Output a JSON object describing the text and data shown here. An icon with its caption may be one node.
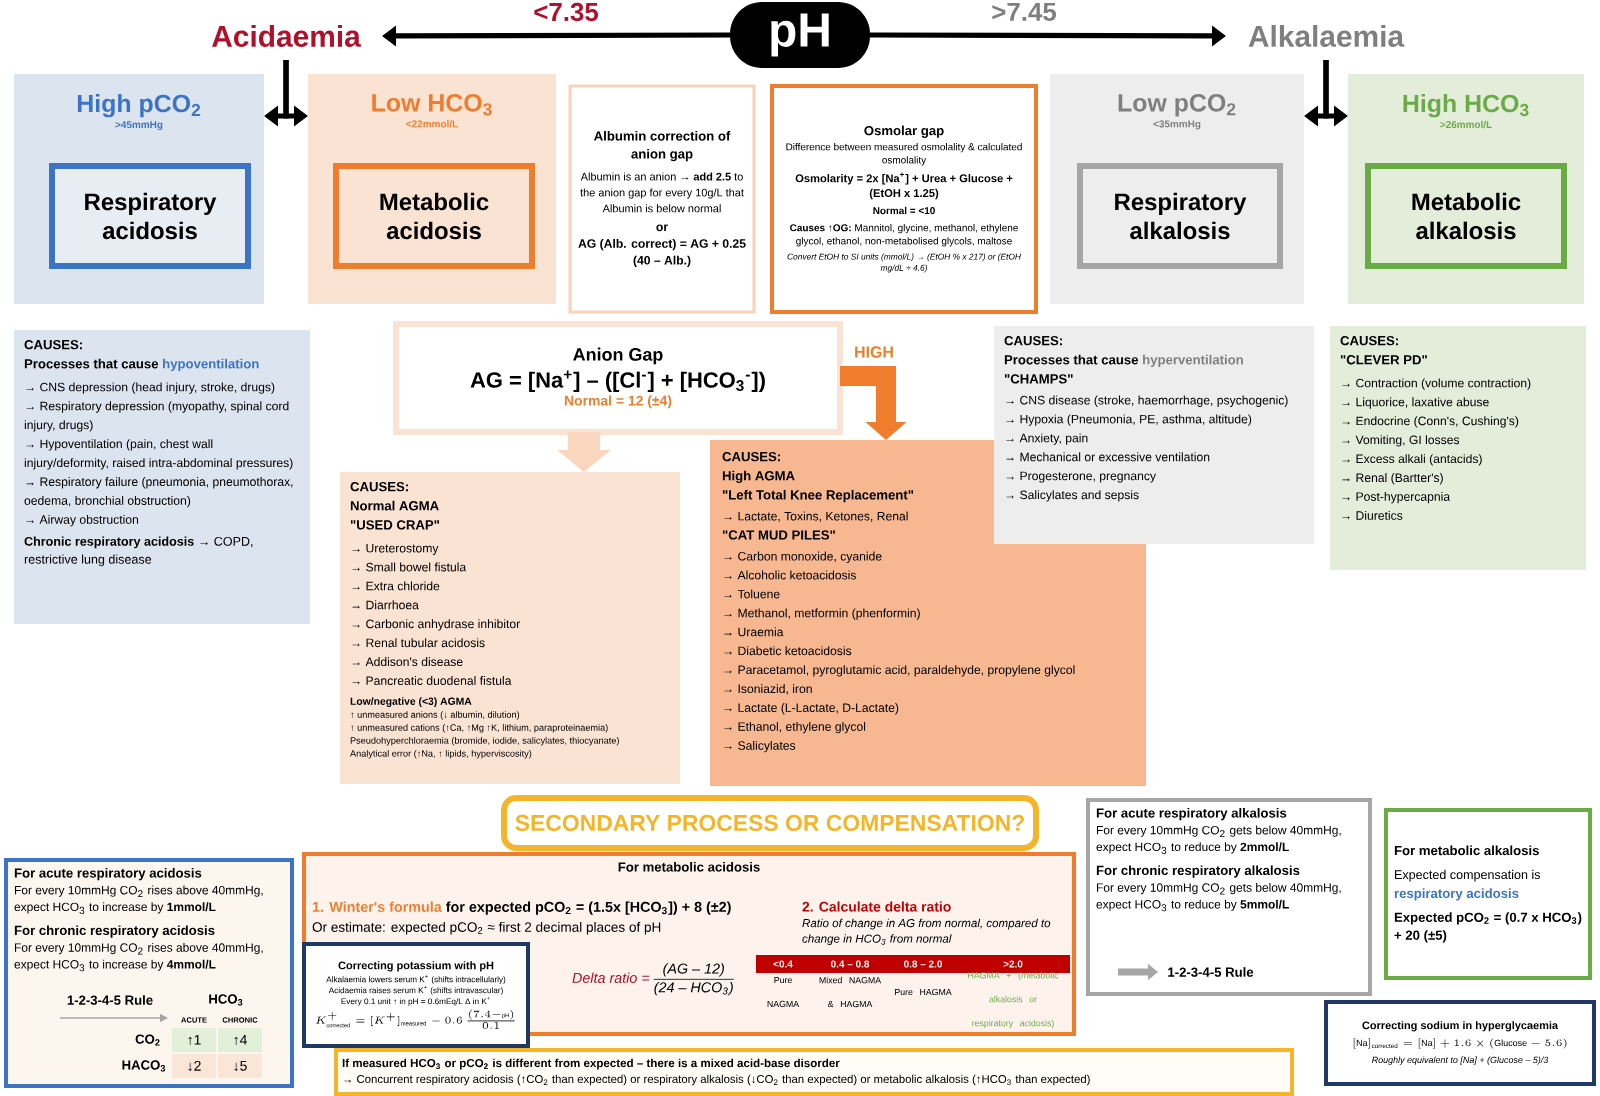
{
  "diagram": {
    "nodes": [
      {
        "text": [
          "pH"
        ]
      },
      {
        "text": [
          "Acidaemia"
        ]
      },
      {
        "text": [
          "Alkalaemia"
        ]
      },
      {
        "text": [
          "High pCO$_{2}$",
          ">45mmHg"
        ]
      },
      {
        "text": [
          "Respiratory acidosis"
        ],
        "in": 3
      },
      {
        "text": [
          "Low HCO$_{3}$",
          "<22mmol/L"
        ]
      },
      {
        "text": [
          "Metabolic acidosis"
        ],
        "in": 5
      },
      {
        "text": [
          "Low pCO$_{2}$",
          "<35mmHg"
        ]
      },
      {
        "text": [
          "Respiratory alkalosis"
        ],
        "in": 7
      },
      {
        "text": [
          "High HCO$_{3}$",
          ">26mmol/L"
        ]
      },
      {
        "text": [
          "Metabolic alkalosis"
        ],
        "in": 9
      },
      {
        "text": [
          "Albumin correction of anion gap",
          "Albumin is an anion → **add 2.5** to the anion gap for every 10g/L that Albumin is below normal",
          "or",
          "AG (Alb. correct) = AG + 0.25 (40 – Alb.)"
        ]
      },
      {
        "text": [
          "Osmolar gap",
          "Difference between measured osmolality & calculated osmolality",
          "Osmolarity = 2x [Na$^{+}$] + Urea + Glucose + (EtOH x 1.25)",
          "Normal = <10",
          "**Causes ↑OG:** Mannitol, glycine, methanol, ethylene glycol, ethanol, non-metabolised glycols, maltose",
          "Convert EtOH to SI units (mmol/L) → (EtOH % x 217) or (EtOH mg/dL ÷ 4.6)"
        ]
      },
      {
        "text": [
          "CAUSES:",
          "Processes that cause",
          "hypoventilation",
          "→ CNS depression (head injury, stroke, drugs)",
          "→ Respiratory depression (myopathy, spinal cord injury, drugs)",
          "→ Hypoventilation (pain, chest wall injury/deformity, raised intra-abdominal pressures)",
          "→ Respiratory failure (pneumonia, pneumothorax, oedema, bronchial obstruction)",
          "→ Airway obstruction",
          "**Chronic respiratory acidosis** → COPD, restrictive lung disease"
        ]
      },
      {
        "text": [
          "Anion Gap",
          "AG = [Na$^{+}$] – ([Cl$^{-}$] + [HCO$_{3}$$^{-}$])",
          "Normal",
          "= 12 (±4)"
        ]
      },
      {
        "text": [
          "CAUSES:",
          "Normal AGMA",
          "\"USED CRAP\"",
          "→ Ureterostomy",
          "→ Small bowel fistula",
          "→ Extra chloride",
          "→ Diarrhoea",
          "→ Carbonic anhydrase inhibitor",
          "→ Renal tubular acidosis",
          "→ Addison's disease",
          "→ Pancreatic duodenal fistula",
          "Low/negative (<3) AGMA",
          "↑ unmeasured anions (↓ albumin, dilution)",
          "↑ unmeasured cations (↑Ca, ↑Mg ↑K, lithium, paraproteinaemia)",
          "Pseudohyperchloraemia (bromide, iodide, salicylates, thiocyanate)",
          "Analytical error (↑Na, ↑ lipids, hyperviscosity)"
        ]
      },
      {
        "text": [
          "CAUSES:",
          "High AGMA",
          "\"Left Total Knee Replacement\"",
          "→ Lactate, Toxins, Ketones, Renal",
          "\"CAT MUD PILES\"",
          "→ Carbon monoxide, cyanide",
          "→ Alcoholic ketoacidosis",
          "→ Toluene",
          "→ Methanol, metformin (phenformin)",
          "→ Uraemia",
          "→ Diabetic ketoacidosis",
          "→ Paracetamol, pyroglutamic acid, paraldehyde, propylene glycol",
          "→ Isoniazid, iron",
          "→ Lactate (L-Lactate, D-Lactate)",
          "→ Ethanol, ethylene glycol",
          "→ Salicylates"
        ]
      },
      {
        "text": [
          "CAUSES:",
          "Processes that cause",
          "hyperventilation",
          "\"CHAMPS\"",
          "→ CNS disease (stroke, haemorrhage, psychogenic)",
          "→ Hypoxia (Pneumonia, PE, asthma, altitude)",
          "→ Anxiety, pain",
          "→ Mechanical or excessive ventilation",
          "→ Progesterone, pregnancy",
          "→ Salicylates and sepsis"
        ]
      },
      {
        "text": [
          "CAUSES:",
          "\"CLEVER PD\"",
          "→ Contraction (volume contraction)",
          "→ Liquorice, laxative abuse",
          "→ Endocrine (Conn's, Cushing's)",
          "→ Vomiting, GI losses",
          "→ Excess alkali (antacids)",
          "→ Renal (Bartter's)",
          "→ Post-hypercapnia",
          "→ Diuretics"
        ]
      },
      {
        "text": [
          "SECONDARY PROCESS OR COMPENSATION?"
        ]
      },
      {
        "text": [
          "For acute respiratory acidosis",
          "For every 10mmHg CO$_{2}$ rises above 40mmHg, expect HCO$_{3}$ to increase by **1mmol/L**",
          "For chronic respiratory acidosis",
          "For every 10mmHg CO$_{2}$ rises above 40mmHg, expect HCO$_{3}$ to increase by **4mmol/L**"
        ]
      },
      {
        "text": [
          "For metabolic acidosis",
          "1. Winter's formula",
          "for expected pCO$_{2}$ = (1.5x [HCO$_{3}$]) + 8 (±2)",
          "Or estimate: expected pCO$_{2}$ ≈ first 2 decimal places of pH",
          "2. Calculate delta ratio",
          "Ratio of change in AG from normal, compared to change in HCO$_{3}$ from normal",
          "Delta ratio =",
          "(AG – 12)",
          "(24 – HCO$_{3}$)"
        ]
      },
      {
        "text": [
          "Correcting potassium with pH",
          "Alkalaemia lowers serum K$^{+}$ (shifts intracellularly)",
          "Acidaemia raises serum K$^{+}$ (shifts intravascular)",
          "Every 0.1 unit ↑ in pH = 0.6mEq/L Δ in K$^{+}$",
          "K^{+}_{\\mathrm{corrected}} = [K^{+}]_{\\mathrm{measured}} - 0.6\\,\\frac{(7.4 - \\mathrm{pH})}{0.1}"
        ]
      },
      {
        "text": [
          "If measured HCO$_{3}$ or pCO$_{2}$ is different from expected – there is a mixed acid-base disorder",
          "→ Concurrent respiratory acidosis (↑CO$_{2}$ than expected) or respiratory alkalosis (↓CO$_{2}$ than expected) or metabolic alkalosis (↑HCO$_{3}$ than expected)"
        ]
      },
      {
        "text": [
          "For acute respiratory alkalosis",
          "For every 10mmHg CO$_{2}$ gets below 40mmHg, expect HCO$_{3}$ to reduce by **2mmol/L**",
          "For chronic respiratory alkalosis",
          "For every 10mmHg CO$_{2}$ gets below 40mmHg, expect HCO$_{3}$ to reduce by **5mmol/L**"
        ]
      },
      {
        "text": [
          "For metabolic alkalosis",
          "Expected compensation is",
          "respiratory acidosis",
          "Expected pCO$_{2}$ = (0.7 x HCO$_{3}$) + 20 (±5)"
        ]
      },
      {
        "text": [
          "Correcting sodium in hyperglycaemia",
          "[\\mathrm{Na}]_{\\mathrm{corrected}} = [\\mathrm{Na}] + 1.6 \\times (\\mathrm{Glucose} - 5.6)",
          "Roughly equivalent to [Na] + (Glucose – 5)/3"
        ]
      }
    ],
    "edges": [
      {
        "from": 0,
        "to": 1,
        "arrow": "to",
        "label": "<7.35"
      },
      {
        "from": 0,
        "to": 2,
        "arrow": "to",
        "label": ">7.45"
      },
      {
        "from": 1,
        "to": 3,
        "arrow": "to"
      },
      {
        "from": 1,
        "to": 5,
        "arrow": "to"
      },
      {
        "from": 2,
        "to": 7,
        "arrow": "to"
      },
      {
        "from": 2,
        "to": 9,
        "arrow": "to"
      },
      {
        "from": 14,
        "to": 15,
        "arrow": "to",
        "style": "thick",
        "color": "#f9d6bd"
      },
      {
        "from": 14,
        "to": 16,
        "arrow": "to",
        "style": "thick",
        "color": "#f07c2c",
        "label": "HIGH"
      }
    ],
    "labels": [
      "1-2-3-4-5 Rule",
      "HCO$_{3}$",
      "ACUTE",
      "CHRONIC",
      "CO$_{2}$",
      "↑1",
      "↑4",
      "HACO$_{3}$",
      "↓2",
      "↓5",
      "<0.4",
      "0.4 – 0.8",
      "0.8 – 2.0",
      ">2.0",
      "Pure NAGMA",
      "Mixed NAGMA & HAGMA",
      "Pure HAGMA",
      "HAGMA + (metabolic alkalosis or respiratory acidosis)",
      "1-2-3-4-5 Rule"
    ]
  }
}
